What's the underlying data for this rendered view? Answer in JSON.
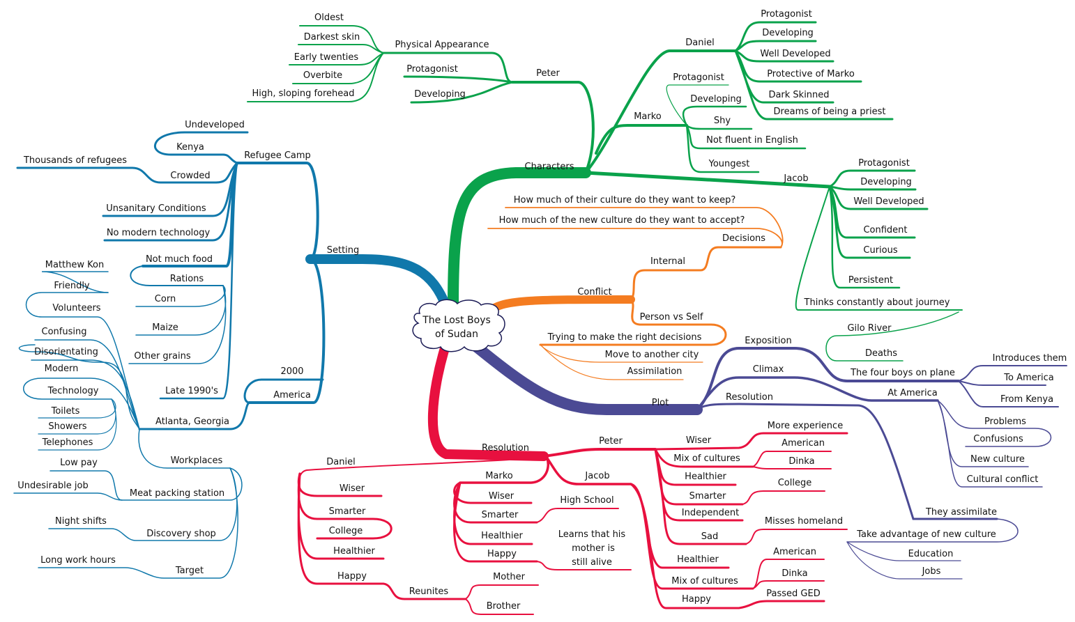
{
  "root": {
    "title_line1": "The Lost Boys",
    "title_line2": "of Sudan"
  },
  "colors": {
    "characters": "#0aa24b",
    "setting": "#1078ab",
    "conflict": "#f47c20",
    "plot": "#4b4a94",
    "resolution": "#e8103f"
  },
  "branches": {
    "characters": "Characters",
    "setting": "Setting",
    "conflict": "Conflict",
    "plot": "Plot",
    "resolution": "Resolution"
  },
  "nodes": {
    "ch_peter": "Peter",
    "ch_peter_phys": "Physical Appearance",
    "ch_peter_oldest": "Oldest",
    "ch_peter_darkest": "Darkest skin",
    "ch_peter_early": "Early twenties",
    "ch_peter_overbite": "Overbite",
    "ch_peter_forehead": "High, sloping forehead",
    "ch_peter_prot": "Protagonist",
    "ch_peter_dev": "Developing",
    "ch_daniel": "Daniel",
    "ch_daniel_prot": "Protagonist",
    "ch_daniel_dev": "Developing",
    "ch_daniel_well": "Well Developed",
    "ch_daniel_protective": "Protective of Marko",
    "ch_daniel_dark": "Dark Skinned",
    "ch_daniel_dreams": "Dreams of being a priest",
    "ch_marko": "Marko",
    "ch_marko_prot": "Protagonist",
    "ch_marko_dev": "Developing",
    "ch_marko_shy": "Shy",
    "ch_marko_english": "Not fluent in English",
    "ch_marko_young": "Youngest",
    "ch_jacob": "Jacob",
    "ch_jacob_prot": "Protagonist",
    "ch_jacob_dev": "Developing",
    "ch_jacob_well": "Well Developed",
    "ch_jacob_conf": "Confident",
    "ch_jacob_cur": "Curious",
    "ch_jacob_pers": "Persistent",
    "ch_jacob_thinks": "Thinks constantly about journey",
    "ch_gilo": "Gilo River",
    "ch_deaths": "Deaths",
    "st_camp": "Refugee Camp",
    "st_undeveloped": "Undeveloped",
    "st_kenya": "Kenya",
    "st_crowded": "Crowded",
    "st_thousands": "Thousands of refugees",
    "st_unsanitary": "Unsanitary Conditions",
    "st_nomodern": "No modern technology",
    "st_notmuch": "Not much food",
    "st_rations": "Rations",
    "st_corn": "Corn",
    "st_maize": "Maize",
    "st_grains": "Other grains",
    "st_late90s": "Late 1990's",
    "st_america": "America",
    "st_2000": "2000",
    "st_atlanta": "Atlanta, Georgia",
    "st_matthew": "Matthew Kon",
    "st_friendly": "Friendly",
    "st_volunteers": "Volunteers",
    "st_confusing": "Confusing",
    "st_disorient": "Disorientating",
    "st_modern": "Modern",
    "st_technology": "Technology",
    "st_toilets": "Toilets",
    "st_showers": "Showers",
    "st_telephones": "Telephones",
    "st_workplaces": "Workplaces",
    "st_lowpay": "Low pay",
    "st_undesirable": "Undesirable job",
    "st_meat": "Meat packing station",
    "st_night": "Night shifts",
    "st_discovery": "Discovery shop",
    "st_longhours": "Long work hours",
    "st_target": "Target",
    "cf_internal": "Internal",
    "cf_decisions": "Decisions",
    "cf_keep": "How much of their culture do they want to keep?",
    "cf_accept": "How much of the new culture do they want to accept?",
    "cf_pvs": "Person vs Self",
    "cf_trying": "Trying to make the right decisions",
    "cf_move": "Move to another city",
    "cf_assim": "Assimilation",
    "pl_expo": "Exposition",
    "pl_four": "The four boys on plane",
    "pl_intro": "Introduces them",
    "pl_toamerica": "To America",
    "pl_fromkenya": "From Kenya",
    "pl_climax": "Climax",
    "pl_atamerica": "At America",
    "pl_problems": "Problems",
    "pl_confusions": "Confusions",
    "pl_newculture": "New culture",
    "pl_cultural": "Cultural conflict",
    "pl_resolution": "Resolution",
    "pl_assimilate": "They assimilate",
    "pl_takeadv": "Take advantage of new culture",
    "pl_education": "Education",
    "pl_jobs": "Jobs",
    "rs_peter": "Peter",
    "rs_peter_wiser": "Wiser",
    "rs_peter_moreexp": "More experience",
    "rs_peter_mix": "Mix of cultures",
    "rs_peter_american": "American",
    "rs_peter_dinka": "Dinka",
    "rs_peter_healthier": "Healthier",
    "rs_peter_smarter": "Smarter",
    "rs_peter_college": "College",
    "rs_peter_indep": "Independent",
    "rs_peter_sad": "Sad",
    "rs_peter_misses": "Misses homeland",
    "rs_jacob": "Jacob",
    "rs_jacob_healthier": "Healthier",
    "rs_jacob_mix": "Mix of cultures",
    "rs_jacob_american": "American",
    "rs_jacob_dinka": "Dinka",
    "rs_jacob_happy": "Happy",
    "rs_jacob_ged": "Passed GED",
    "rs_marko": "Marko",
    "rs_marko_wiser": "Wiser",
    "rs_marko_smarter": "Smarter",
    "rs_marko_hs": "High School",
    "rs_marko_healthier": "Healthier",
    "rs_marko_happy": "Happy",
    "rs_marko_learns1": "Learns that his",
    "rs_marko_learns2": "mother is",
    "rs_marko_learns3": "still alive",
    "rs_daniel": "Daniel",
    "rs_daniel_wiser": "Wiser",
    "rs_daniel_smarter": "Smarter",
    "rs_daniel_college": "College",
    "rs_daniel_healthier": "Healthier",
    "rs_daniel_happy": "Happy",
    "rs_daniel_reunites": "Reunites",
    "rs_daniel_mother": "Mother",
    "rs_daniel_brother": "Brother"
  }
}
